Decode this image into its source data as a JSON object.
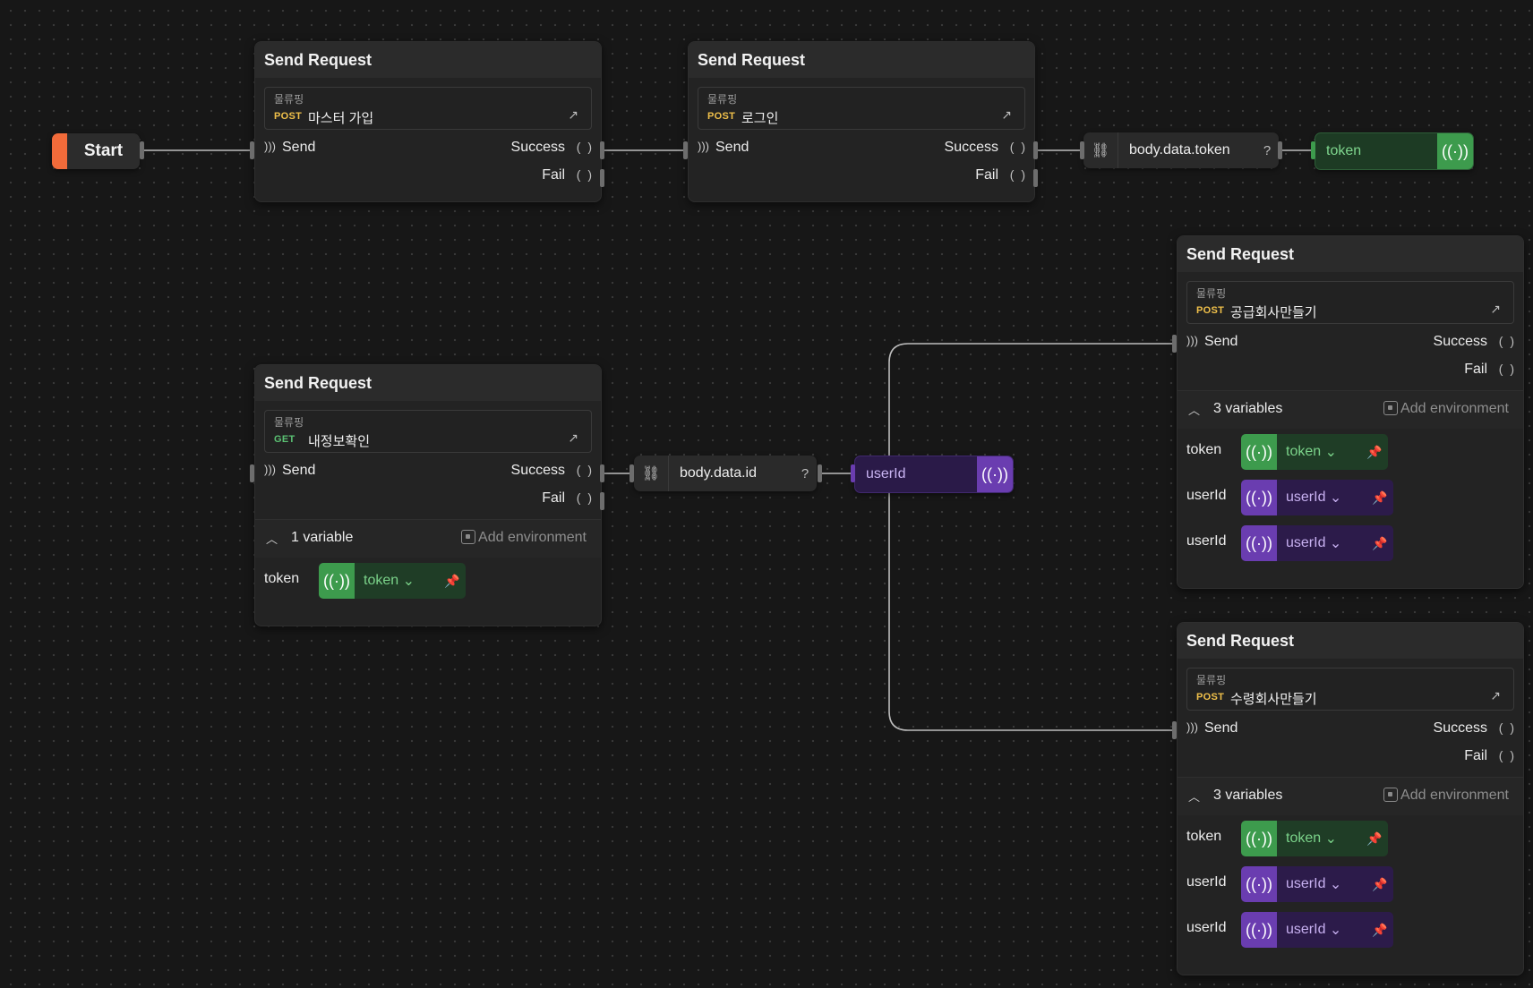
{
  "start": {
    "label": "Start"
  },
  "icons": {
    "send": "send-icon",
    "link": "link-icon",
    "broadcast": "broadcast-icon",
    "pin": "pin-icon",
    "open": "external-link-icon",
    "collapse": "chevron-up-icon",
    "env": "add-environment-icon"
  },
  "colors": {
    "start_accent": "#f26b3a",
    "token_green": "#3d9b4d",
    "userid_purple": "#6a3db0",
    "post": "#f0c04a",
    "get": "#5bc173"
  },
  "nodes": [
    {
      "title": "Send Request",
      "collection": "물류핑",
      "method": "POST",
      "request": "마스터 가입",
      "send": "Send",
      "success": "Success",
      "fail": "Fail",
      "paren": "( )"
    },
    {
      "title": "Send Request",
      "collection": "물류핑",
      "method": "POST",
      "request": "로그인",
      "send": "Send",
      "success": "Success",
      "fail": "Fail",
      "paren": "( )"
    },
    {
      "title": "Send Request",
      "collection": "물류핑",
      "method": "GET",
      "request": "내정보확인",
      "send": "Send",
      "success": "Success",
      "fail": "Fail",
      "paren": "( )",
      "vars_label": "1 variable",
      "add_env": "Add environment",
      "vars": [
        {
          "name": "token",
          "value": "token",
          "kind": "green"
        }
      ]
    },
    {
      "title": "Send Request",
      "collection": "물류핑",
      "method": "POST",
      "request": "공급회사만들기",
      "send": "Send",
      "success": "Success",
      "fail": "Fail",
      "paren": "( )",
      "vars_label": "3 variables",
      "add_env": "Add environment",
      "vars": [
        {
          "name": "token",
          "value": "token",
          "kind": "green"
        },
        {
          "name": "userId",
          "value": "userId",
          "kind": "purple"
        },
        {
          "name": "userId",
          "value": "userId",
          "kind": "purple"
        }
      ]
    },
    {
      "title": "Send Request",
      "collection": "물류핑",
      "method": "POST",
      "request": "수령회사만들기",
      "send": "Send",
      "success": "Success",
      "fail": "Fail",
      "paren": "( )",
      "vars_label": "3 variables",
      "add_env": "Add environment",
      "vars": [
        {
          "name": "token",
          "value": "token",
          "kind": "green"
        },
        {
          "name": "userId",
          "value": "userId",
          "kind": "purple"
        },
        {
          "name": "userId",
          "value": "userId",
          "kind": "purple"
        }
      ]
    }
  ],
  "extract_token": {
    "path": "body.data.token",
    "help": "?"
  },
  "token_var": {
    "label": "token"
  },
  "extract_id": {
    "path": "body.data.id",
    "help": "?"
  },
  "userid_var": {
    "label": "userId"
  }
}
